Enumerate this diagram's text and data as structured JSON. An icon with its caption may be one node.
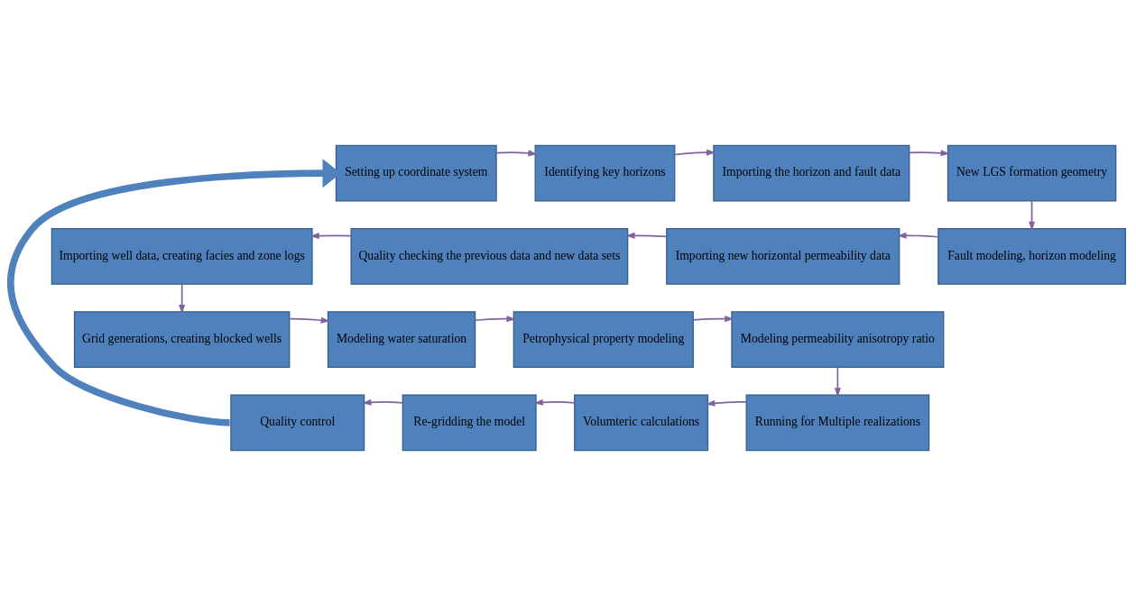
{
  "diagram": {
    "nodes": [
      {
        "text": [
          "Setting up coordinate system"
        ]
      },
      {
        "text": [
          "Identifying key horizons"
        ]
      },
      {
        "text": [
          "Importing the horizon and fault data"
        ]
      },
      {
        "text": [
          "New LGS formation geometry"
        ]
      },
      {
        "text": [
          "Importing well data, creating facies and zone logs"
        ]
      },
      {
        "text": [
          "Quality checking the previous data and new data sets"
        ]
      },
      {
        "text": [
          "Importing new horizontal permeability data"
        ]
      },
      {
        "text": [
          "Fault modeling, horizon modeling"
        ]
      },
      {
        "text": [
          "Grid generations, creating blocked wells"
        ]
      },
      {
        "text": [
          "Modeling water saturation"
        ]
      },
      {
        "text": [
          "Petrophysical property modeling"
        ]
      },
      {
        "text": [
          "Modeling permeability anisotropy ratio"
        ]
      },
      {
        "text": [
          "Quality control"
        ]
      },
      {
        "text": [
          "Re-gridding the model"
        ]
      },
      {
        "text": [
          "Volumteric calculations"
        ]
      },
      {
        "text": [
          "Running for Multiple realizations"
        ]
      }
    ],
    "edges": [
      {
        "from": 0,
        "to": 1,
        "arrow": "to"
      },
      {
        "from": 1,
        "to": 2,
        "arrow": "to"
      },
      {
        "from": 2,
        "to": 3,
        "arrow": "to"
      },
      {
        "from": 3,
        "to": 7,
        "arrow": "to"
      },
      {
        "from": 7,
        "to": 6,
        "arrow": "to"
      },
      {
        "from": 6,
        "to": 5,
        "arrow": "to"
      },
      {
        "from": 5,
        "to": 4,
        "arrow": "to"
      },
      {
        "from": 4,
        "to": 8,
        "arrow": "to"
      },
      {
        "from": 8,
        "to": 9,
        "arrow": "to"
      },
      {
        "from": 9,
        "to": 10,
        "arrow": "to"
      },
      {
        "from": 10,
        "to": 11,
        "arrow": "to"
      },
      {
        "from": 11,
        "to": 15,
        "arrow": "to"
      },
      {
        "from": 15,
        "to": 14,
        "arrow": "to"
      },
      {
        "from": 14,
        "to": 13,
        "arrow": "to"
      },
      {
        "from": 13,
        "to": 12,
        "arrow": "to"
      },
      {
        "from": 12,
        "to": 0,
        "arrow": "to",
        "style": "thick",
        "color": "#4f81bd"
      }
    ]
  }
}
